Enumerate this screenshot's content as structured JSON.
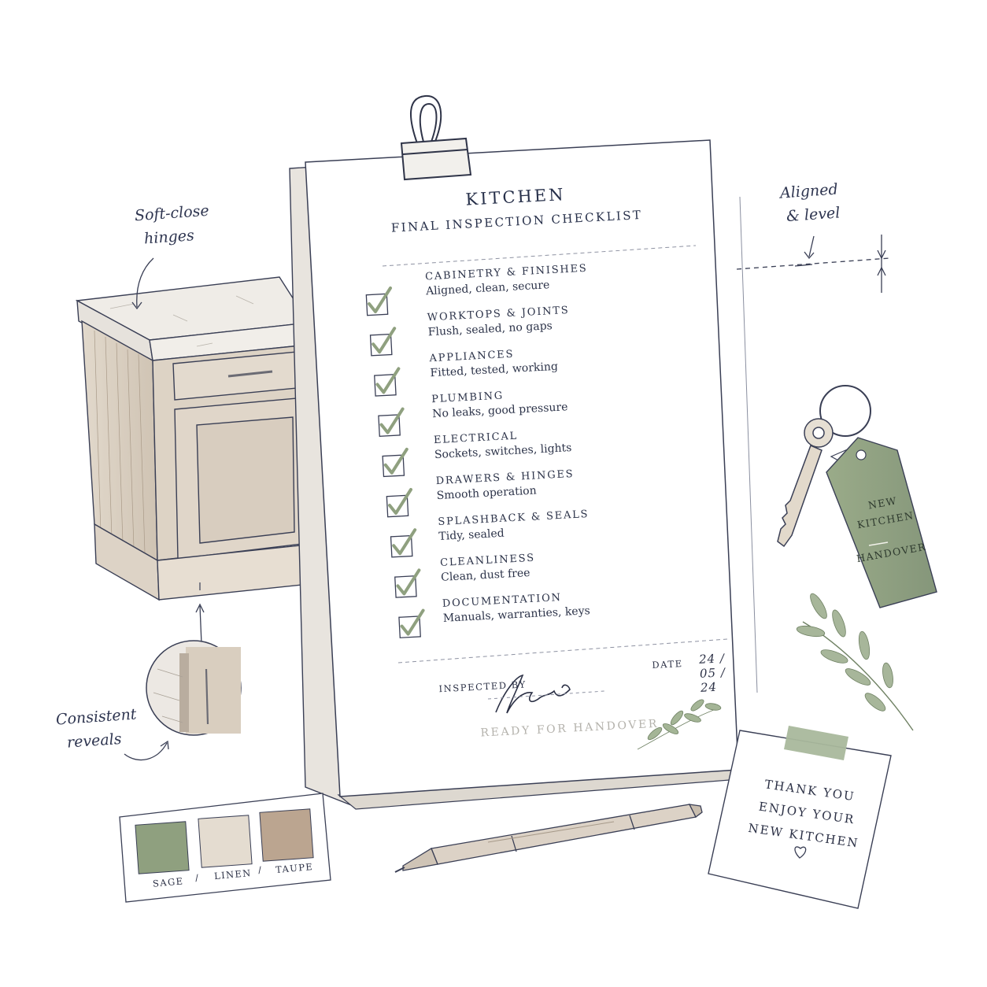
{
  "annotations": {
    "hinges": "Soft-close\nhinges",
    "hinges_line1": "Soft-close",
    "hinges_line2": "hinges",
    "aligned_line1": "Aligned",
    "aligned_line2": "& level",
    "reveals_line1": "Consistent",
    "reveals_line2": "reveals"
  },
  "checklist": {
    "title": "KITCHEN",
    "subtitle": "FINAL INSPECTION CHECKLIST",
    "items": [
      {
        "title": "CABINETRY & FINISHES",
        "desc": "Aligned, clean, secure",
        "checked": true
      },
      {
        "title": "WORKTOPS & JOINTS",
        "desc": "Flush, sealed, no gaps",
        "checked": true
      },
      {
        "title": "APPLIANCES",
        "desc": "Fitted, tested, working",
        "checked": true
      },
      {
        "title": "PLUMBING",
        "desc": "No leaks, good pressure",
        "checked": true
      },
      {
        "title": "ELECTRICAL",
        "desc": "Sockets, switches, lights",
        "checked": true
      },
      {
        "title": "DRAWERS & HINGES",
        "desc": "Smooth operation",
        "checked": true
      },
      {
        "title": "SPLASHBACK & SEALS",
        "desc": "Tidy, sealed",
        "checked": true
      },
      {
        "title": "CLEANLINESS",
        "desc": "Clean, dust free",
        "checked": true
      },
      {
        "title": "DOCUMENTATION",
        "desc": "Manuals, warranties, keys",
        "checked": true
      }
    ],
    "inspected_by_label": "INSPECTED BY",
    "date_label": "DATE",
    "date_value": "24 / 05 / 24",
    "stamp": "READY FOR HANDOVER"
  },
  "key_tag": {
    "line1": "NEW",
    "line2": "KITCHEN",
    "line3": "HANDOVER"
  },
  "card": {
    "line1": "THANK YOU",
    "line2": "ENJOY YOUR",
    "line3": "NEW KITCHEN"
  },
  "swatches": [
    {
      "label": "SAGE",
      "color": "#8fa07f"
    },
    {
      "label": "LINEN",
      "color": "#e4dcd0"
    },
    {
      "label": "TAUPE",
      "color": "#bba590"
    }
  ],
  "swatch_separator": "/",
  "colors": {
    "ink": "#2b3045",
    "sage": "#8fa07f",
    "wood": "#d9cfc2",
    "paper": "#ffffff"
  }
}
